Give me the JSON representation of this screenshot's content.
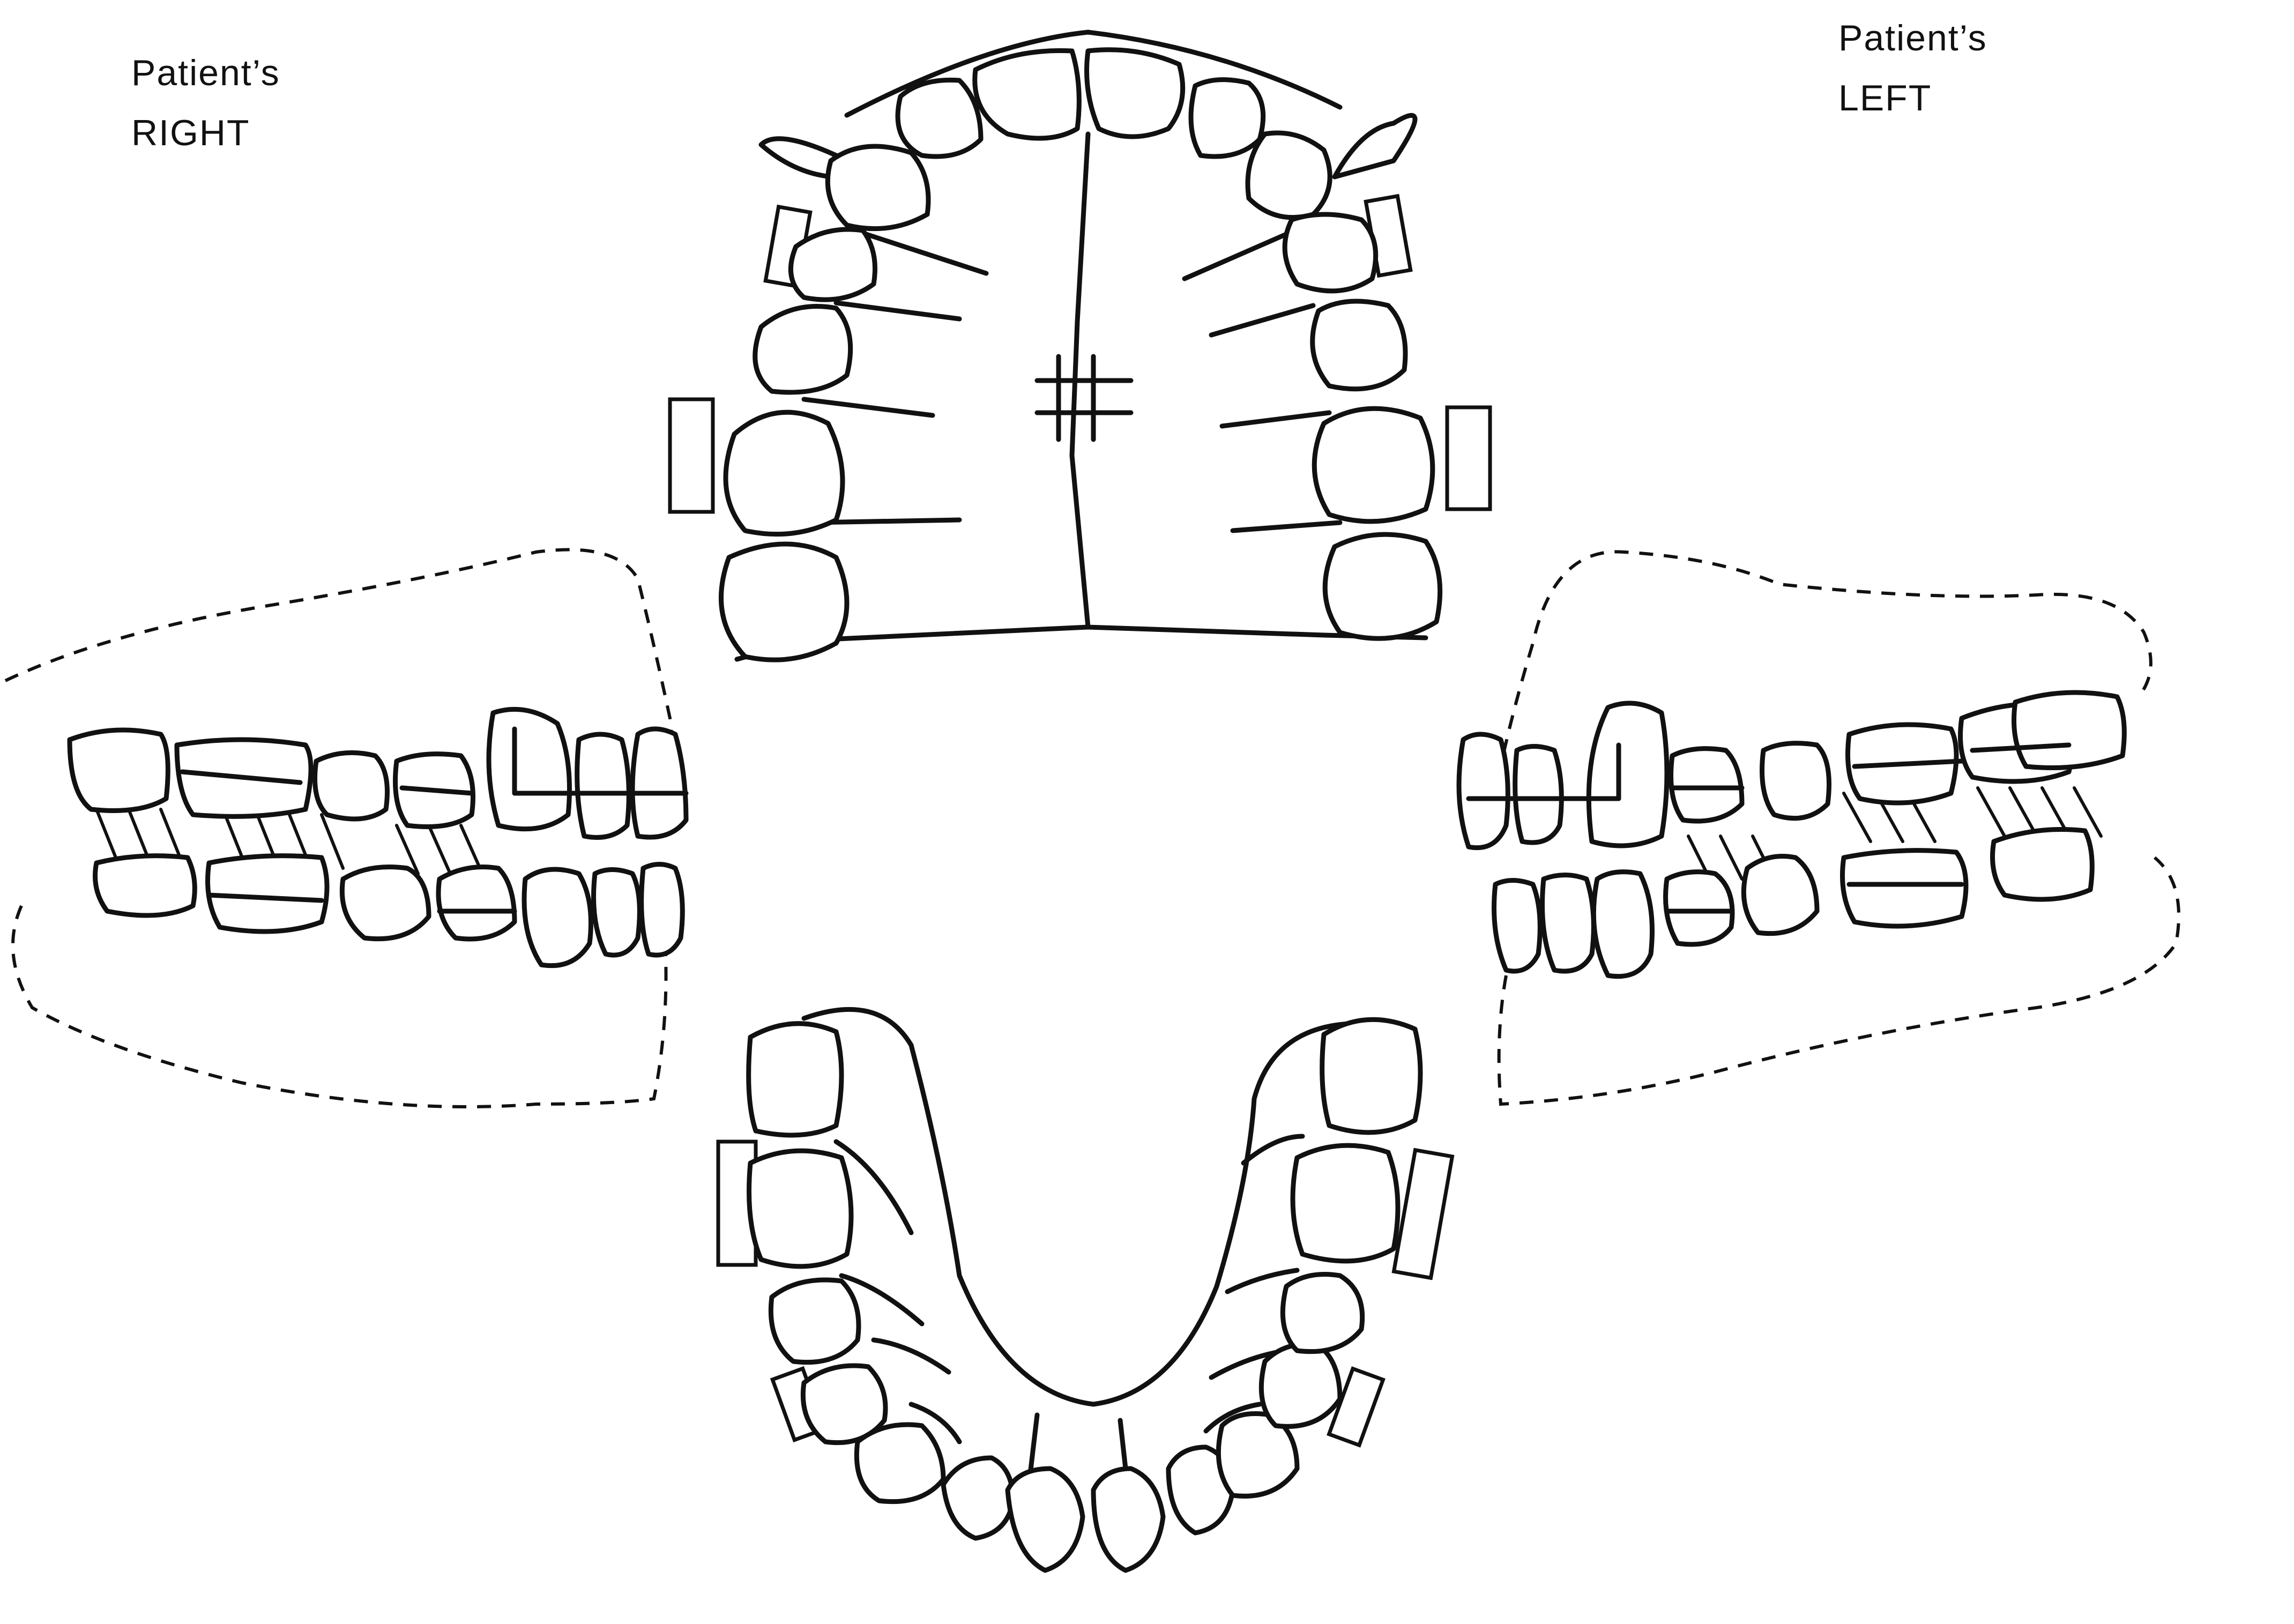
{
  "labels": {
    "patient_right": [
      "Patient’s",
      "RIGHT"
    ],
    "patient_left": [
      "Patient’s",
      "LEFT"
    ]
  },
  "ink_color": "#111111",
  "background_color": "#ffffff"
}
